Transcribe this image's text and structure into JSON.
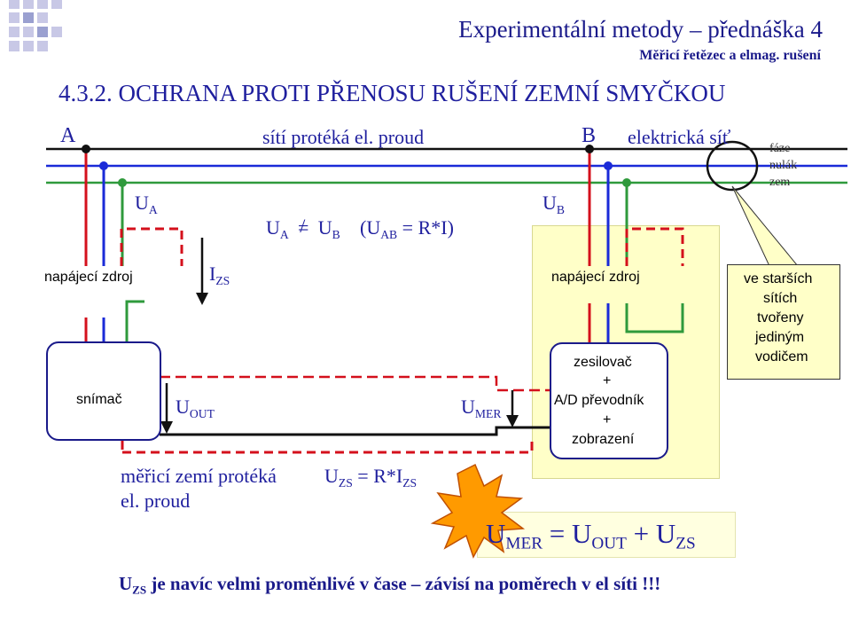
{
  "header": {
    "title": "Experimentální metody – přednáška 4",
    "subtitle": "Měřicí řetězec a elmag. rušení"
  },
  "section_title": "4.3.2. OCHRANA PROTI PŘENOSU RUŠENÍ ZEMNÍ SMYČKOU",
  "labels": {
    "node_a": "A",
    "node_b": "B",
    "net_current": "sítí protéká el. proud",
    "electric_grid": "elektrická síť",
    "ua": "U",
    "ua_sub": "A",
    "ub": "U",
    "ub_sub": "B",
    "ua_ne_ub_1": "U",
    "ua_ne_ub_1_sub": "A",
    "ua_ne_ub_2": "U",
    "ua_ne_ub_2_sub": "B",
    "uab_open": "(U",
    "uab_sub": "AB",
    "uab_rest": " = R*I)",
    "izs": "I",
    "izs_sub": "ZS",
    "uout": "U",
    "uout_sub": "OUT",
    "umer": "U",
    "umer_sub": "MER",
    "ground_current_line1": "měřicí zemí protéká",
    "ground_current_line2": "el. proud",
    "uzs_eq": "U",
    "uzs_eq_sub": "ZS",
    "uzs_eq_rest": " = R*I",
    "uzs_eq_sub2": "ZS",
    "legend_phase": "fáze",
    "legend_neutral": "nulák",
    "legend_ground": "zem",
    "power_source_left": "napájecí zdroj",
    "power_source_right": "napájecí zdroj",
    "sensor": "snímač",
    "amp_line1": "zesilovač",
    "amp_line2": "+",
    "amp_line3": "A/D převodník",
    "amp_line4": "+",
    "amp_line5": "zobrazení",
    "callout_line1": "ve starších",
    "callout_line2": "sítích",
    "callout_line3": "tvořeny",
    "callout_line4": "jediným",
    "callout_line5": "vodičem"
  },
  "formula": {
    "u1": "U",
    "u1_sub": "MER",
    "eq": " = ",
    "u2": "U",
    "u2_sub": "OUT",
    "plus": " + ",
    "u3": "U",
    "u3_sub": "ZS"
  },
  "footer": {
    "u": "U",
    "u_sub": "ZS",
    "rest": " je navíc velmi proměnlivé v čase – závisí na poměrech v el síti !!!"
  },
  "colors": {
    "phase": "#d4101c",
    "neutral": "#1a2ad8",
    "ground": "#2f9a3c",
    "text_blue": "#1f1f9e",
    "flash": "#ff9a00"
  }
}
